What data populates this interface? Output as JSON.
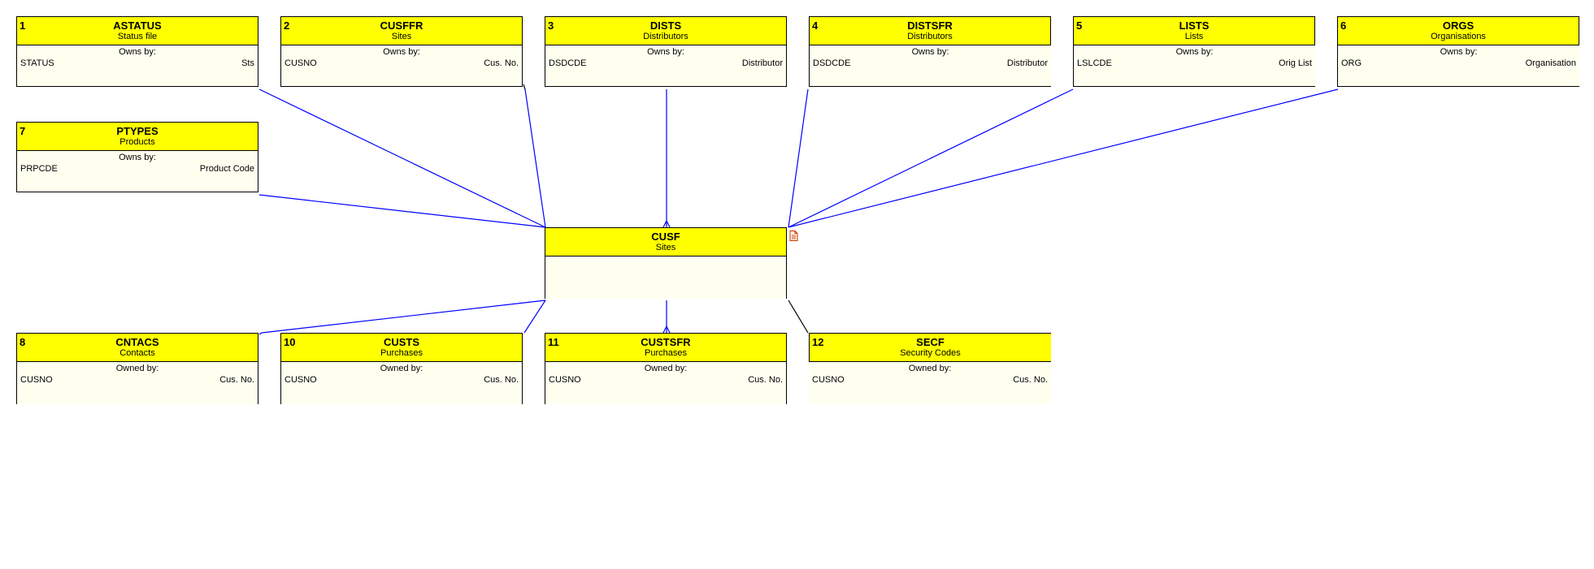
{
  "entities": {
    "e1": {
      "num": "1",
      "name": "ASTATUS",
      "desc": "Status file",
      "owns": "Owns by:",
      "field": "STATUS",
      "label": "Sts"
    },
    "e2": {
      "num": "2",
      "name": "CUSFFR",
      "desc": "Sites",
      "owns": "Owns by:",
      "field": "CUSNO",
      "label": "Cus. No."
    },
    "e3": {
      "num": "3",
      "name": "DISTS",
      "desc": "Distributors",
      "owns": "Owns by:",
      "field": "DSDCDE",
      "label": "Distributor"
    },
    "e4": {
      "num": "4",
      "name": "DISTSFR",
      "desc": "Distributors",
      "owns": "Owns by:",
      "field": "DSDCDE",
      "label": "Distributor"
    },
    "e5": {
      "num": "5",
      "name": "LISTS",
      "desc": "Lists",
      "owns": "Owns by:",
      "field": "LSLCDE",
      "label": "Orig List"
    },
    "e6": {
      "num": "6",
      "name": "ORGS",
      "desc": "Organisations",
      "owns": "Owns by:",
      "field": "ORG",
      "label": "Organisation"
    },
    "e7": {
      "num": "7",
      "name": "PTYPES",
      "desc": "Products",
      "owns": "Owns by:",
      "field": "PRPCDE",
      "label": "Product Code"
    },
    "e8": {
      "num": "8",
      "name": "CNTACS",
      "desc": "Contacts",
      "owns": "Owned by:",
      "field": "CUSNO",
      "label": "Cus. No."
    },
    "e10": {
      "num": "10",
      "name": "CUSTS",
      "desc": "Purchases",
      "owns": "Owned by:",
      "field": "CUSNO",
      "label": "Cus. No."
    },
    "e11": {
      "num": "11",
      "name": "CUSTSFR",
      "desc": "Purchases",
      "owns": "Owned by:",
      "field": "CUSNO",
      "label": "Cus. No."
    },
    "e12": {
      "num": "12",
      "name": "SECF",
      "desc": "Security Codes",
      "owns": "Owned by:",
      "field": "CUSNO",
      "label": "Cus. No."
    },
    "center": {
      "name": "CUSF",
      "desc": "Sites"
    }
  },
  "colors": {
    "header": "#ffff00",
    "body": "#fffff0",
    "link": "#0000ff",
    "border": "#000000",
    "icon": "#cc3300"
  },
  "icons": {
    "center_note": "document-icon"
  }
}
